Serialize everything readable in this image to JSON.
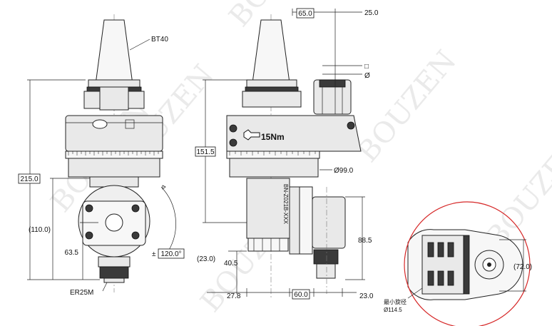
{
  "watermark": "BOUZEN",
  "labels": {
    "holder": "BT40",
    "collet": "ER25M",
    "torque": "15Nm",
    "min_swing_cn": "最小旋径",
    "min_swing_dia": "Ø114.5",
    "square_sym": "□",
    "dia_sym": "Ø",
    "nameplate": "BN-Z021B-XXX"
  },
  "dims": {
    "overall_height": "215.0",
    "height_110": "(110.0)",
    "height_63": "63.5",
    "angle_sign": "±",
    "angle": "120.0°",
    "top_65": "65.0",
    "top_25": "25.0",
    "height_151": "151.5",
    "dia_99": "Ø99.0",
    "height_23_paren": "(23.0)",
    "height_40": "40.5",
    "height_88": "88.5",
    "bottom_27": "27.8",
    "bottom_60": "60.0",
    "bottom_23": "23.0",
    "side_72": "(72.0)"
  },
  "colors": {
    "line": "#222222",
    "body_fill": "#e9e9e9",
    "dark_fill": "#3a3a3a",
    "swing_circle": "#d62828",
    "watermark": "#d9d9d9"
  }
}
